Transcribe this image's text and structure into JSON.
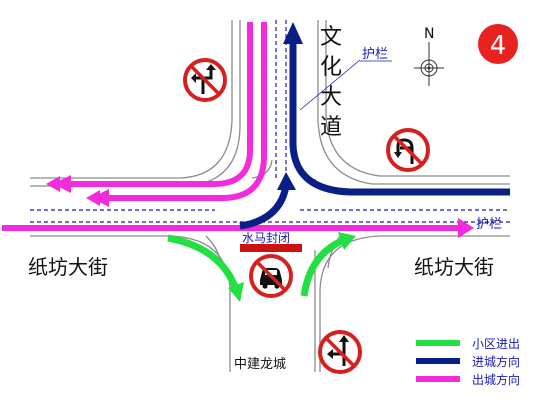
{
  "badge": {
    "number": "4",
    "color": "#e8231f"
  },
  "compass": {
    "letter": "N"
  },
  "roads": {
    "vertical_name": "文化大道",
    "horizontal_name_left": "纸坊大街",
    "horizontal_name_right": "纸坊大街",
    "community_name": "中建龙城"
  },
  "labels": {
    "guardrail_top": "护栏",
    "guardrail_right": "护栏",
    "barrier": "水马封闭"
  },
  "legend": {
    "items": [
      {
        "label": "小区进出",
        "color": "#22e042"
      },
      {
        "label": "进城方向",
        "color": "#0a1f86"
      },
      {
        "label": "出城方向",
        "color": "#f22bdc"
      }
    ]
  },
  "signs": [
    {
      "meaning": "no-left-turn-and-no-right-turn",
      "icon": "no-left-right-turn-icon"
    },
    {
      "meaning": "no-left-turn-and-no-u-turn",
      "icon": "no-left-uturn-icon"
    },
    {
      "meaning": "no-motor-vehicles",
      "icon": "no-car-icon"
    },
    {
      "meaning": "no-left-turn",
      "icon": "no-left-turn-icon"
    }
  ],
  "colors": {
    "road_line": "#8c8c8c",
    "guardrail": "#1a1ab4",
    "barrier_fill": "#cc1111",
    "label_blue": "#1a1ab4"
  }
}
